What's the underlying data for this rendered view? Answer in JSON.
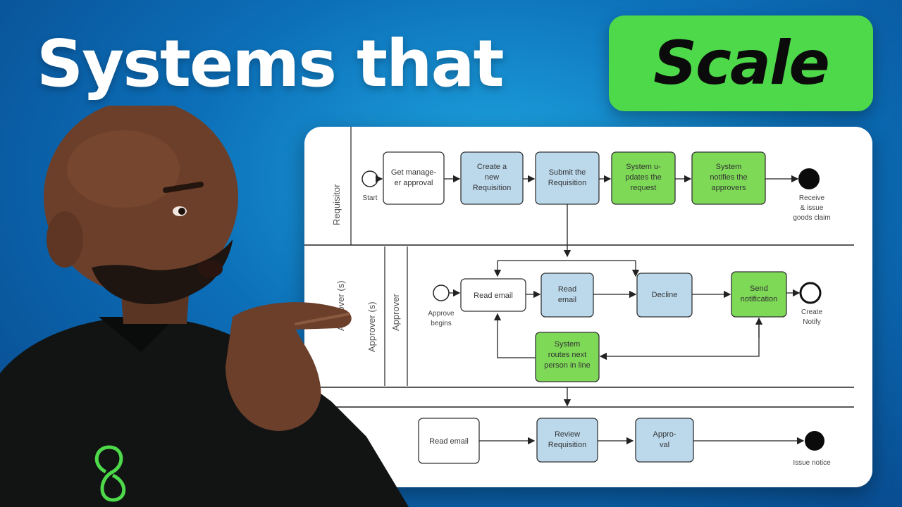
{
  "headline": {
    "text": "Systems that",
    "highlight": "Scale"
  },
  "colors": {
    "background": "#0c6fb8",
    "badge": "#4ed94a",
    "task_blue": "#bcd9ec",
    "task_green": "#7ed957"
  },
  "diagram": {
    "lanes": [
      "Requisitor",
      "Approver (s)",
      "Approver (s)"
    ],
    "sublane": "Approver",
    "nodes": {
      "start": "Start",
      "get_approval": [
        "Get manage-",
        "er approval"
      ],
      "create_req": [
        "Create a",
        "new",
        "Requisition"
      ],
      "submit_req": [
        "Submit the",
        "Requisition"
      ],
      "system_notifies": [
        "System u-",
        "pdates the",
        "request"
      ],
      "system_notifies_approvers": [
        "System",
        "notifies the",
        "approvers"
      ],
      "end_top": [
        "Receive",
        "& issue",
        "goods claim"
      ],
      "approver_begins": [
        "Approve",
        "begins"
      ],
      "read_email_1": "Read email",
      "read_email_2": [
        "Read",
        "email"
      ],
      "decline": "Decline",
      "send_notification": [
        "Send",
        "notification"
      ],
      "create_notify": [
        "Create",
        "Notify"
      ],
      "system_routes": [
        "System",
        "routes next",
        "person in line"
      ],
      "read_email_3": "Read email",
      "review_req": [
        "Review",
        "Requisition"
      ],
      "approve_end": [
        "Appro-",
        "val"
      ],
      "issue_notice": "Issue notice"
    }
  }
}
